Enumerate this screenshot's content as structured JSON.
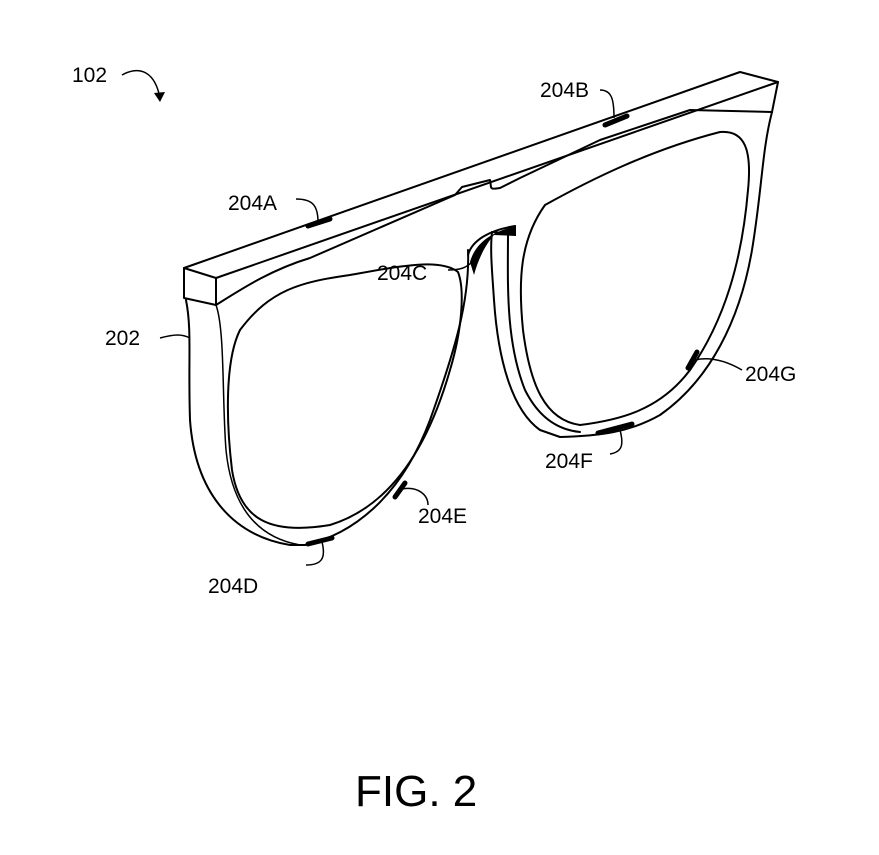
{
  "figure": {
    "caption": "FIG. 2",
    "labels": {
      "device": "102",
      "frame": "202",
      "sensor_a": "204A",
      "sensor_b": "204B",
      "sensor_c": "204C",
      "sensor_d": "204D",
      "sensor_e": "204E",
      "sensor_f": "204F",
      "sensor_g": "204G"
    }
  }
}
